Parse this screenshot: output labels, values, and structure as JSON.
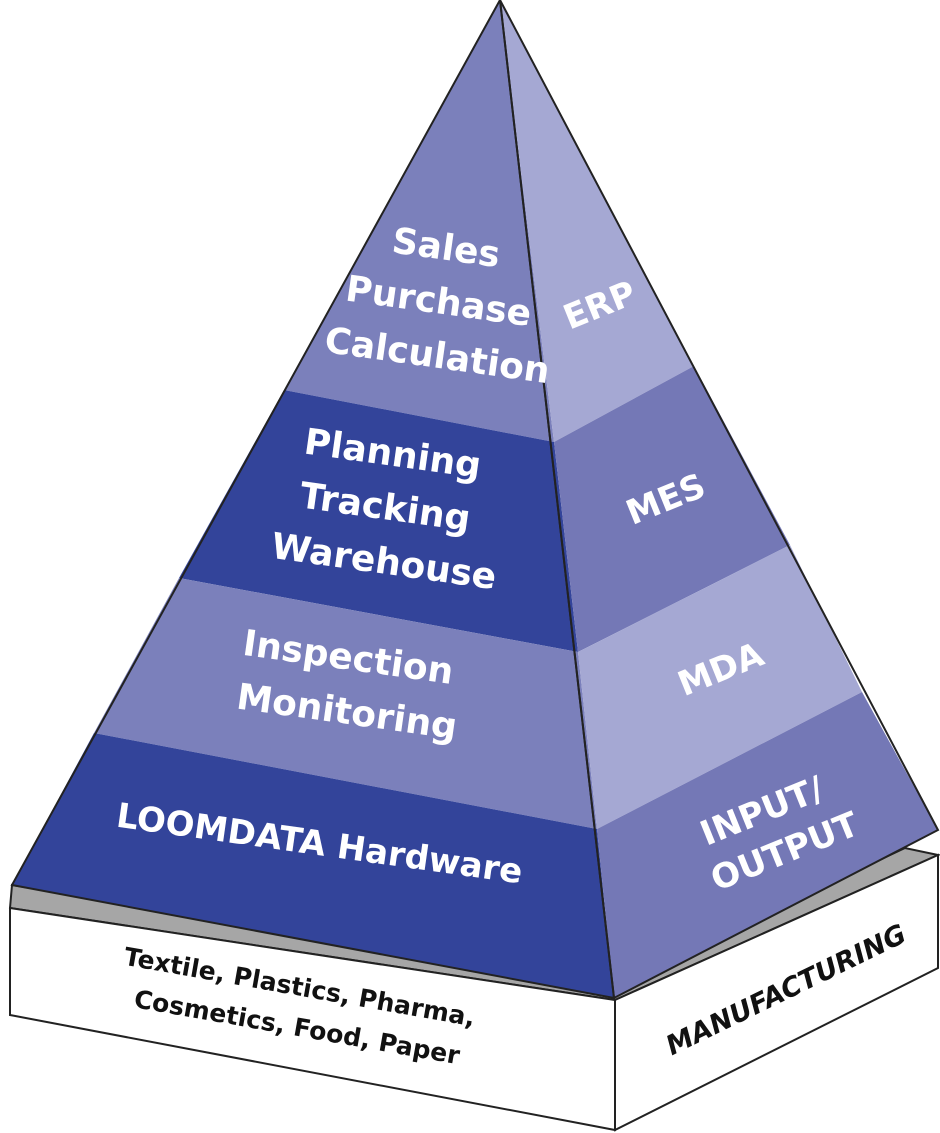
{
  "front_layers": [
    {
      "lines": [
        "Sales",
        "Purchase",
        "Calculation"
      ]
    },
    {
      "lines": [
        "Planning",
        "Tracking",
        "Warehouse"
      ]
    },
    {
      "lines": [
        "Inspection",
        "Monitoring"
      ]
    },
    {
      "lines": [
        "LOOMDATA Hardware"
      ]
    }
  ],
  "side_layers": [
    {
      "lines": [
        "ERP"
      ]
    },
    {
      "lines": [
        "MES"
      ]
    },
    {
      "lines": [
        "MDA"
      ]
    },
    {
      "lines": [
        "INPUT/",
        "OUTPUT"
      ]
    }
  ],
  "base": {
    "front_lines": [
      "Textile, Plastics, Pharma,",
      "Cosmetics, Food, Paper"
    ],
    "side_label": "MANUFACTURING"
  },
  "colors": {
    "front_light": "#7b80bb",
    "front_dark": "#33449a",
    "side_light": "#a5a8d3",
    "side_mid": "#7478b6",
    "base_top": "#a6a6a6",
    "outline": "#222222"
  }
}
